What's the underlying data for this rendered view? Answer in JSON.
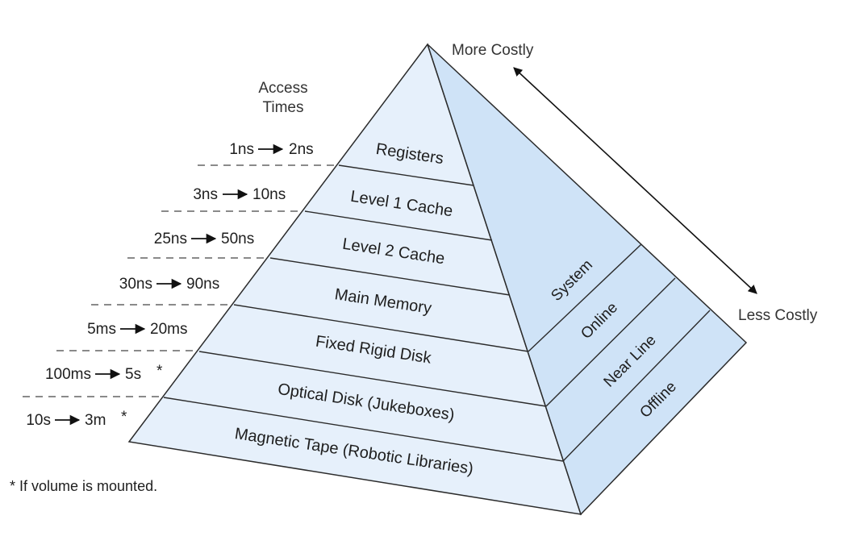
{
  "header": {
    "access_times_line1": "Access",
    "access_times_line2": "Times",
    "more_costly": "More Costly",
    "less_costly": "Less Costly"
  },
  "levels": [
    {
      "label": "Registers",
      "access_from": "1ns",
      "access_to": "2ns",
      "mark": ""
    },
    {
      "label": "Level 1 Cache",
      "access_from": "3ns",
      "access_to": "10ns",
      "mark": ""
    },
    {
      "label": "Level 2 Cache",
      "access_from": "25ns",
      "access_to": "50ns",
      "mark": ""
    },
    {
      "label": "Main Memory",
      "access_from": "30ns",
      "access_to": "90ns",
      "mark": ""
    },
    {
      "label": "Fixed Rigid Disk",
      "access_from": "5ms",
      "access_to": "20ms",
      "mark": ""
    },
    {
      "label": "Optical Disk (Jukeboxes)",
      "access_from": "100ms",
      "access_to": "5s",
      "mark": "*"
    },
    {
      "label": "Magnetic Tape (Robotic Libraries)",
      "access_from": "10s",
      "access_to": "3m",
      "mark": "*"
    }
  ],
  "categories": [
    "System",
    "Online",
    "Near Line",
    "Offline"
  ],
  "footnote": "* If volume is mounted.",
  "colors": {
    "front_face": "#e6f0fb",
    "side_face": "#cfe3f7",
    "stroke": "#2b2b2b",
    "dashes": "#444444",
    "text": "#1e1e1e"
  }
}
